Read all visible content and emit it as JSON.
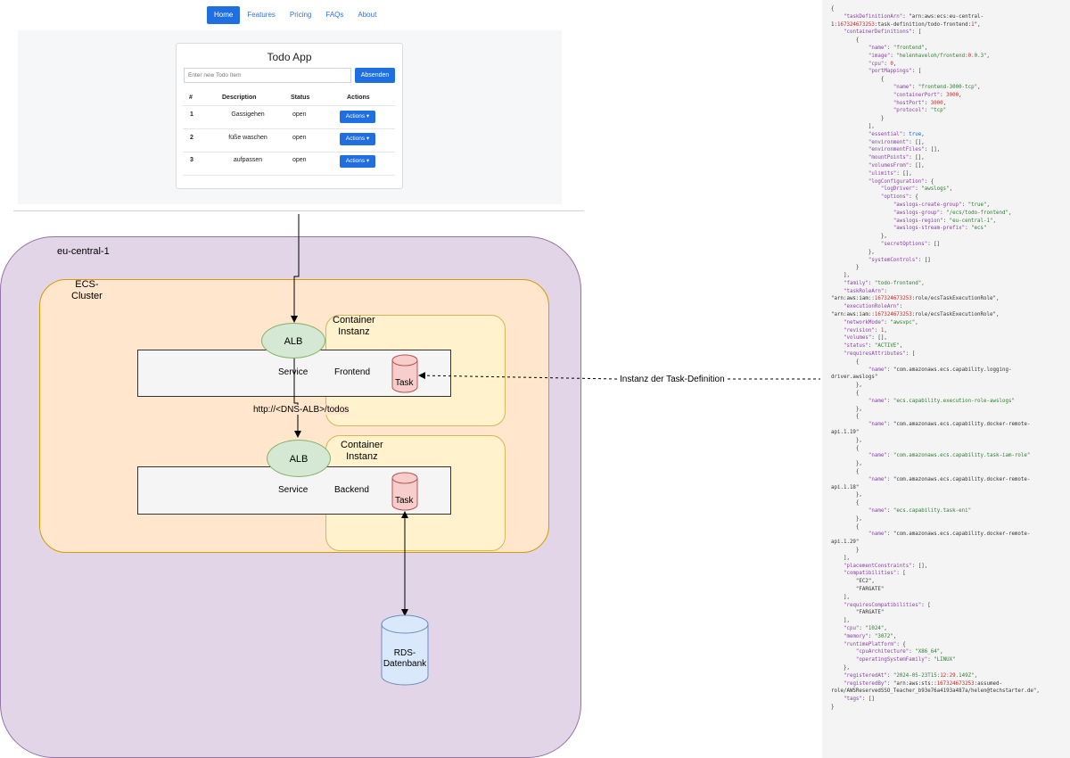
{
  "nav": {
    "items": [
      "Home",
      "Features",
      "Pricing",
      "FAQs",
      "About"
    ],
    "active": "Home"
  },
  "todo_app": {
    "title": "Todo App",
    "input_placeholder": "Enter new Todo Item",
    "submit_label": "Absenden",
    "columns": [
      "#",
      "Description",
      "Status",
      "Actions"
    ],
    "rows": [
      {
        "id": "1",
        "description": "Gassigehen",
        "status": "open",
        "action": "Actions ▾"
      },
      {
        "id": "2",
        "description": "füße waschen",
        "status": "open",
        "action": "Actions ▾"
      },
      {
        "id": "3",
        "description": "aufpassen",
        "status": "open",
        "action": "Actions ▾"
      }
    ]
  },
  "diagram": {
    "region_label": "eu-central-1",
    "cluster_label": "ECS-\nCluster",
    "frontend": {
      "container_label": "Container\nInstanz",
      "alb_label": "ALB",
      "service_label": "Service",
      "name_label": "Frontend",
      "task_label": "Task"
    },
    "backend": {
      "container_label": "Container\nInstanz",
      "alb_label": "ALB",
      "service_label": "Service",
      "name_label": "Backend",
      "task_label": "Task"
    },
    "url_label": "http://<DNS-ALB>/todos",
    "db_label": "RDS-\nDatenbank",
    "taskdef_label": "Instanz der Task-Definition"
  },
  "task_definition_json": [
    "{",
    "    \"taskDefinitionArn\": \"arn:aws:ecs:eu-central-",
    "1:167324673253:task-definition/todo-frontend:1\",",
    "    \"containerDefinitions\": [",
    "        {",
    "            \"name\": \"frontend\",",
    "            \"image\": \"helenhaveloh/frontend:0.0.3\",",
    "            \"cpu\": 0,",
    "            \"portMappings\": [",
    "                {",
    "                    \"name\": \"frontend-3000-tcp\",",
    "                    \"containerPort\": 3000,",
    "                    \"hostPort\": 3000,",
    "                    \"protocol\": \"tcp\"",
    "                }",
    "            ],",
    "            \"essential\": true,",
    "            \"environment\": [],",
    "            \"environmentFiles\": [],",
    "            \"mountPoints\": [],",
    "            \"volumesFrom\": [],",
    "            \"ulimits\": [],",
    "            \"logConfiguration\": {",
    "                \"logDriver\": \"awslogs\",",
    "                \"options\": {",
    "                    \"awslogs-create-group\": \"true\",",
    "                    \"awslogs-group\": \"/ecs/todo-frontend\",",
    "                    \"awslogs-region\": \"eu-central-1\",",
    "                    \"awslogs-stream-prefix\": \"ecs\"",
    "                },",
    "                \"secretOptions\": []",
    "            },",
    "            \"systemControls\": []",
    "        }",
    "    ],",
    "    \"family\": \"todo-frontend\",",
    "    \"taskRoleArn\":",
    "\"arn:aws:iam::167324673253:role/ecsTaskExecutionRole\",",
    "    \"executionRoleArn\":",
    "\"arn:aws:iam::167324673253:role/ecsTaskExecutionRole\",",
    "    \"networkMode\": \"awsvpc\",",
    "    \"revision\": 1,",
    "    \"volumes\": [],",
    "    \"status\": \"ACTIVE\",",
    "    \"requiresAttributes\": [",
    "        {",
    "            \"name\": \"com.amazonaws.ecs.capability.logging-",
    "driver.awslogs\"",
    "        },",
    "        {",
    "            \"name\": \"ecs.capability.execution-role-awslogs\"",
    "        },",
    "        {",
    "            \"name\": \"com.amazonaws.ecs.capability.docker-remote-",
    "api.1.19\"",
    "        },",
    "        {",
    "            \"name\": \"com.amazonaws.ecs.capability.task-iam-role\"",
    "        },",
    "        {",
    "            \"name\": \"com.amazonaws.ecs.capability.docker-remote-",
    "api.1.18\"",
    "        },",
    "        {",
    "            \"name\": \"ecs.capability.task-eni\"",
    "        },",
    "        {",
    "            \"name\": \"com.amazonaws.ecs.capability.docker-remote-",
    "api.1.29\"",
    "        }",
    "    ],",
    "    \"placementConstraints\": [],",
    "    \"compatibilities\": [",
    "        \"EC2\",",
    "        \"FARGATE\"",
    "    ],",
    "    \"requiresCompatibilities\": [",
    "        \"FARGATE\"",
    "    ],",
    "    \"cpu\": \"1024\",",
    "    \"memory\": \"3072\",",
    "    \"runtimePlatform\": {",
    "        \"cpuArchitecture\": \"X86_64\",",
    "        \"operatingSystemFamily\": \"LINUX\"",
    "    },",
    "    \"registeredAt\": \"2024-05-23T15:12:29.149Z\",",
    "    \"registeredBy\": \"arn:aws:sts::167324673253:assumed-",
    "role/AWSReservedSSO_Teacher_b93e76a4193a487a/helen@techstarter.de\",",
    "    \"tags\": []",
    "}"
  ]
}
